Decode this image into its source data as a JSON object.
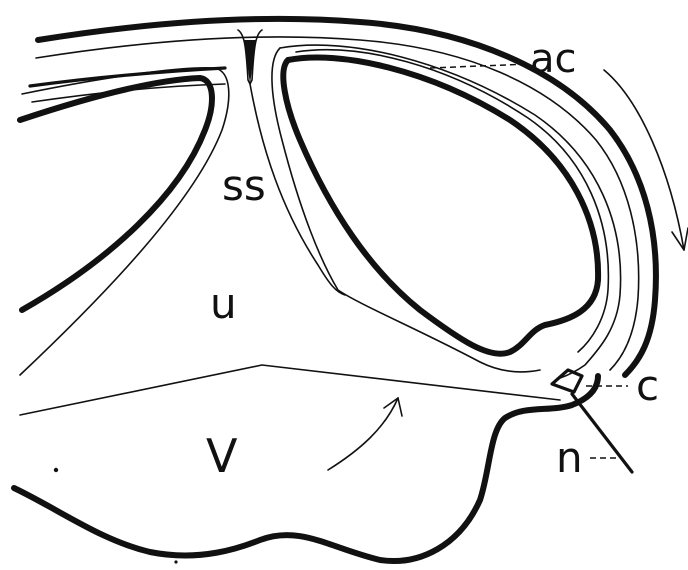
{
  "labels": {
    "ac": "ac",
    "ss": "ss",
    "u": "u",
    "V": "V",
    "c": "c",
    "n": "n"
  },
  "colors": {
    "ink": "#111111",
    "paper": "#ffffff"
  }
}
